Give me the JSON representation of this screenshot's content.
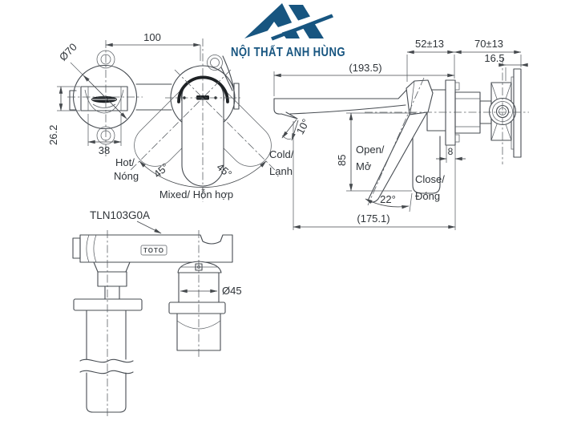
{
  "brand": {
    "name": "NỘI THẤT ANH HÙNG",
    "color": "#175580"
  },
  "product": {
    "code": "TLN103G0A",
    "body_mark": "TOTO"
  },
  "front_view": {
    "dim_center_distance": "100",
    "dim_diameter": "Ø70",
    "dim_outlet_height": "26.2",
    "dim_outlet_width": "38",
    "angle_left": "45°",
    "angle_right": "45°",
    "label_hot_1": "Hot/",
    "label_hot_2": "Nóng",
    "label_cold_1": "Cold/",
    "label_cold_2": "Lạnh",
    "label_mixed": "Mixed/ Hỗn hợp"
  },
  "side_view": {
    "dim_spout_length": "(193.5)",
    "dim_handle_clearance": "52±13",
    "dim_wall_embed": "70±13",
    "dim_bracket_depth": "16.5",
    "dim_plate_thickness": "8",
    "dim_handle_travel": "85",
    "dim_overall": "(175.1)",
    "angle_spout": "10°",
    "angle_handle": "22°",
    "label_open_1": "Open/",
    "label_open_2": "Mở",
    "label_close_1": "Close/",
    "label_close_2": "Đóng"
  },
  "bottom_view": {
    "dim_valve_diameter": "Ø45"
  }
}
